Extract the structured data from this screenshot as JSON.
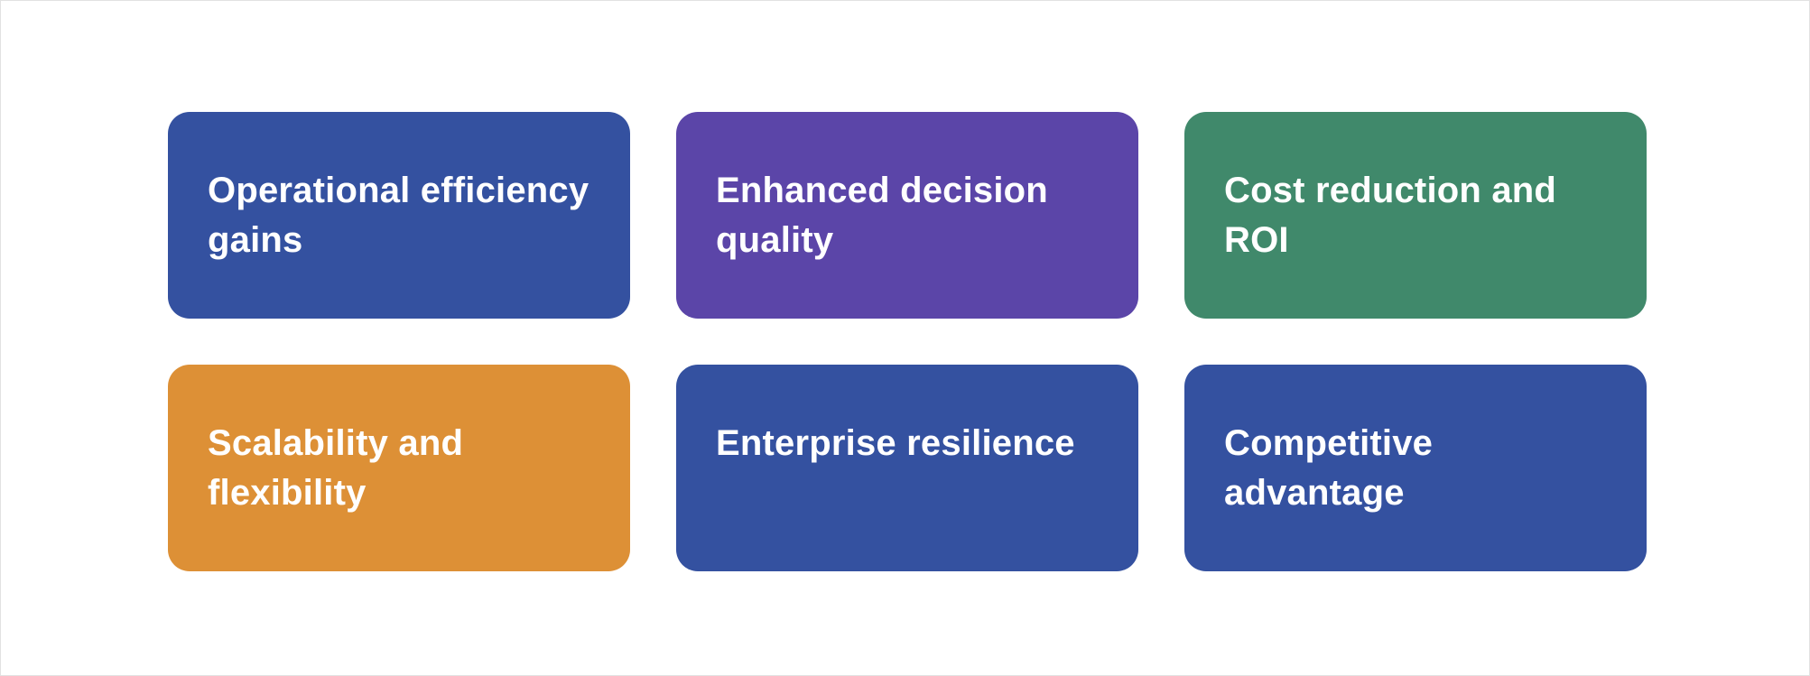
{
  "page": {
    "background": "#ffffff",
    "border_color": "#e2e2e2",
    "text_color": "#ffffff"
  },
  "cards": [
    {
      "label": "Operational efficiency gains",
      "lines": [
        "Operational efficiency",
        "gains"
      ],
      "color": "#3451A0"
    },
    {
      "label": "Enhanced decision quality",
      "lines": [
        "Enhanced decision",
        "quality"
      ],
      "color": "#5B45A8"
    },
    {
      "label": "Cost reduction and ROI",
      "lines": [
        "Cost reduction and",
        "ROI"
      ],
      "color": "#40896B"
    },
    {
      "label": "Scalability and flexibility",
      "lines": [
        "Scalability and",
        "flexibility"
      ],
      "color": "#DD9036"
    },
    {
      "label": "Enterprise resilience",
      "lines": [
        "Enterprise resilience"
      ],
      "color": "#3451A0"
    },
    {
      "label": "Competitive advantage",
      "lines": [
        "Competitive",
        "advantage"
      ],
      "color": "#3451A0"
    }
  ]
}
